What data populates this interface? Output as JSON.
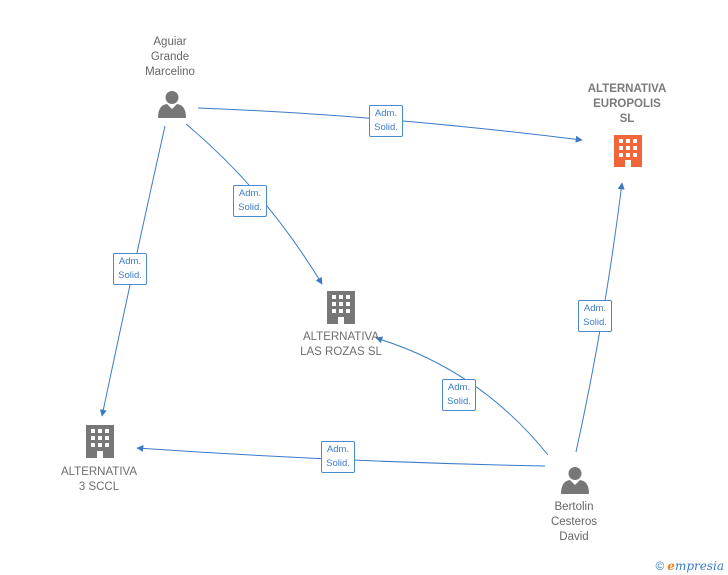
{
  "colors": {
    "edge": "#3a7bc8",
    "person": "#777777",
    "company": "#777777",
    "company_highlight": "#f0643a"
  },
  "nodes": {
    "aguiar": {
      "label": "Aguiar\nGrande\nMarcelino",
      "type": "person",
      "icon": "person-icon"
    },
    "europolis": {
      "label": "ALTERNATIVA\nEUROPOLIS\nSL",
      "type": "company",
      "highlight": true,
      "icon": "building-icon"
    },
    "rozas": {
      "label": "ALTERNATIVA\nLAS ROZAS SL",
      "type": "company",
      "icon": "building-icon"
    },
    "sccl": {
      "label": "ALTERNATIVA\n3  SCCL",
      "type": "company",
      "icon": "building-icon"
    },
    "bertolin": {
      "label": "Bertolin\nCesteros\nDavid",
      "type": "person",
      "icon": "person-icon"
    }
  },
  "edges": [
    {
      "from": "aguiar",
      "to": "europolis",
      "label": "Adm.\nSolid."
    },
    {
      "from": "aguiar",
      "to": "rozas",
      "label": "Adm.\nSolid."
    },
    {
      "from": "aguiar",
      "to": "sccl",
      "label": "Adm.\nSolid."
    },
    {
      "from": "bertolin",
      "to": "europolis",
      "label": "Adm.\nSolid."
    },
    {
      "from": "bertolin",
      "to": "rozas",
      "label": "Adm.\nSolid."
    },
    {
      "from": "bertolin",
      "to": "sccl",
      "label": "Adm.\nSolid."
    }
  ],
  "footer": {
    "copyright": "©",
    "brand_first": "e",
    "brand_rest": "mpresia"
  }
}
